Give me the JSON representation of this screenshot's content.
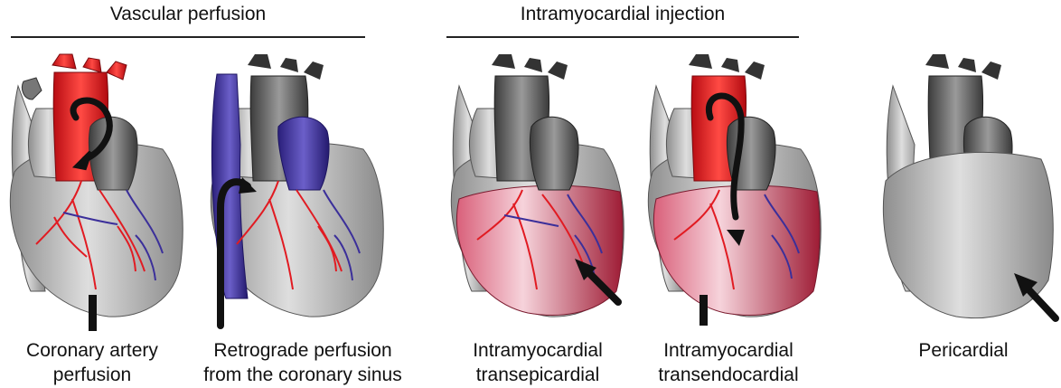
{
  "groups": {
    "vascular": {
      "title": "Vascular perfusion"
    },
    "intramyocardial": {
      "title": "Intramyocardial injection"
    }
  },
  "panels": [
    {
      "id": "coronary",
      "caption_line1": "Coronary artery",
      "caption_line2": "perfusion"
    },
    {
      "id": "retrograde",
      "caption_line1": "Retrograde perfusion",
      "caption_line2": "from the coronary sinus"
    },
    {
      "id": "transepi",
      "caption_line1": "Intramyocardial",
      "caption_line2": "transepicardial"
    },
    {
      "id": "transendo",
      "caption_line1": "Intramyocardial",
      "caption_line2": "transendocardial"
    },
    {
      "id": "pericardial",
      "caption_line1": "Pericardial",
      "caption_line2": ""
    }
  ],
  "colors": {
    "artery": "#e11b22",
    "vein": "#3b2f9a",
    "heart_gray": "#a8a8a8",
    "injected_tissue": "#c0354b",
    "arrow": "#111111"
  }
}
